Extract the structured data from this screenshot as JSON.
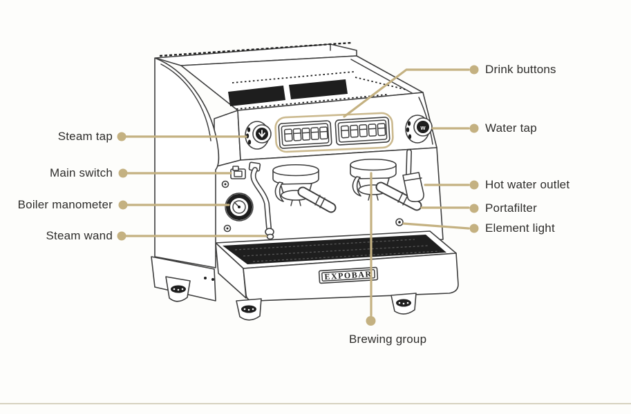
{
  "diagram": {
    "subject": "Espresso machine parts diagram",
    "brand": "EXPOBAR",
    "labels": [
      {
        "id": "steam-tap",
        "text": "Steam tap",
        "side": "left"
      },
      {
        "id": "main-switch",
        "text": "Main switch",
        "side": "left"
      },
      {
        "id": "boiler-manometer",
        "text": "Boiler manometer",
        "side": "left"
      },
      {
        "id": "steam-wand",
        "text": "Steam wand",
        "side": "left"
      },
      {
        "id": "drink-buttons",
        "text": "Drink buttons",
        "side": "right"
      },
      {
        "id": "water-tap",
        "text": "Water tap",
        "side": "right"
      },
      {
        "id": "hot-water-outlet",
        "text": "Hot water outlet",
        "side": "right"
      },
      {
        "id": "portafilter",
        "text": "Portafilter",
        "side": "right"
      },
      {
        "id": "element-light",
        "text": "Element light",
        "side": "right"
      },
      {
        "id": "brewing-group",
        "text": "Brewing group",
        "side": "bottom"
      }
    ],
    "colors": {
      "leader": "#c4b181",
      "highlight": "#cbb98e",
      "text": "#2d2c2a",
      "art": "#3d3d3d",
      "art_dark": "#1e1e1e",
      "divider": "#d6d2bf",
      "background": "#fdfdfb"
    }
  }
}
